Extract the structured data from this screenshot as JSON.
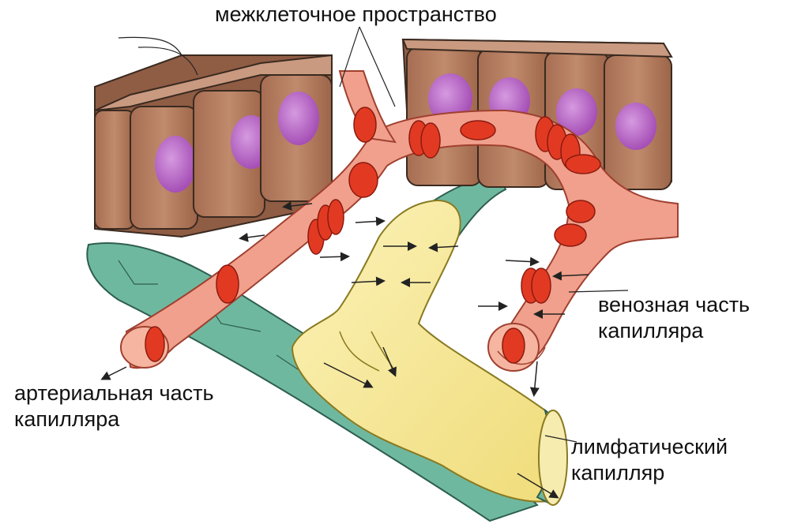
{
  "labels": {
    "interstitial_space": "межклеточное пространство",
    "venous_part": [
      "венозная часть",
      "капилляра"
    ],
    "arterial_part": [
      "артериальная часть",
      "капилляра"
    ],
    "lymphatic": [
      "лимфатический",
      "капилляр"
    ]
  },
  "colors": {
    "cell": "#b67f62",
    "cell_top": "#c99a80",
    "cell_outline": "#3a2a20",
    "nucleus": "#b86ac6",
    "blood_vessel": "#f0a08c",
    "blood_vessel_outline": "#a04030",
    "red_blood_cell": "#e23a22",
    "lymph_vessel": "#f6ea9e",
    "lymph_outline": "#8a7a20",
    "tissue_band": "#6fb8a0",
    "tissue_outline": "#2d5e50"
  }
}
